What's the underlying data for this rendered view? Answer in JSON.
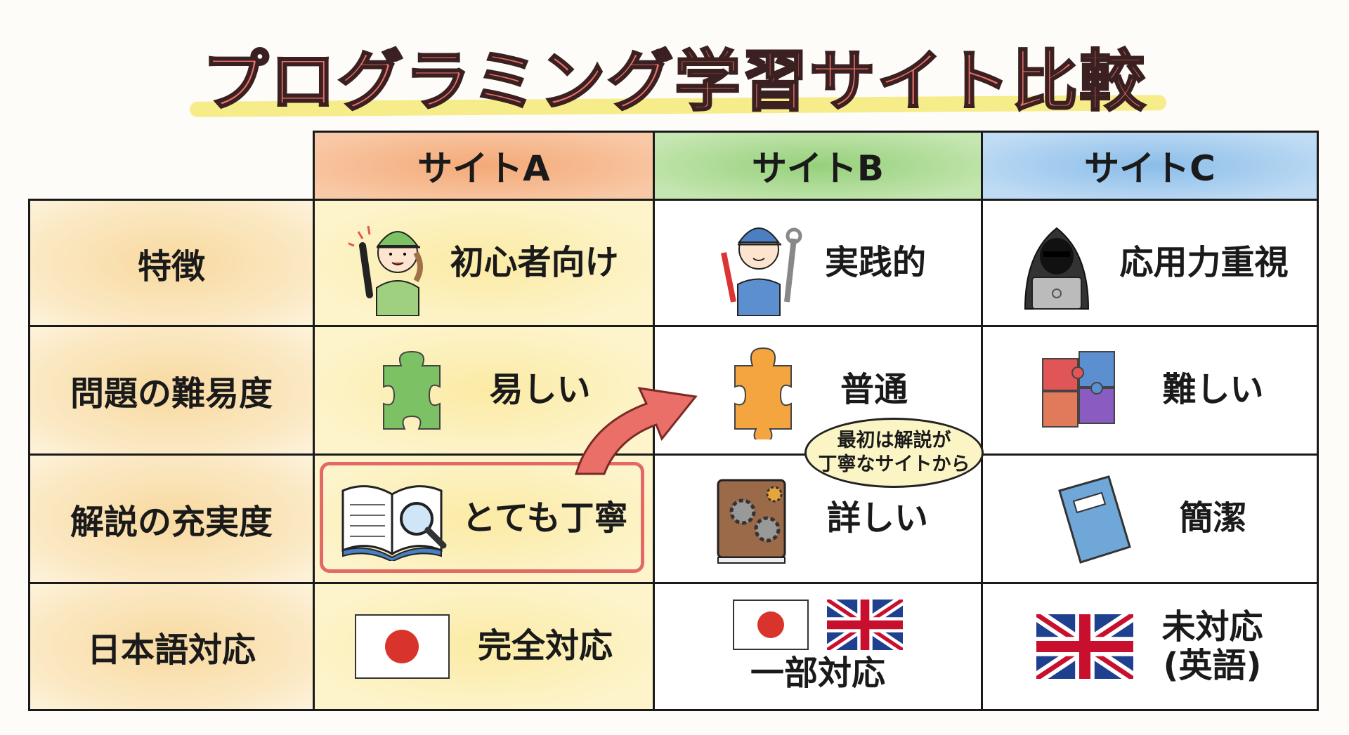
{
  "title": "プログラミング学習サイト比較",
  "columns": [
    "サイトA",
    "サイトB",
    "サイトC"
  ],
  "column_colors": [
    "#f4b183",
    "#a9d88f",
    "#9ec8ee"
  ],
  "rows": [
    {
      "label": "特徴",
      "cells": [
        {
          "text": "初心者向け",
          "icon": "beginner-staff-icon"
        },
        {
          "text": "実践的",
          "icon": "mechanic-tools-icon"
        },
        {
          "text": "応用力重視",
          "icon": "hacker-laptop-icon"
        }
      ]
    },
    {
      "label": "問題の難易度",
      "cells": [
        {
          "text": "易しい",
          "icon": "green-puzzle-icon"
        },
        {
          "text": "普通",
          "icon": "orange-puzzle-icon"
        },
        {
          "text": "難しい",
          "icon": "multi-puzzle-icon"
        }
      ]
    },
    {
      "label": "解説の充実度",
      "cells": [
        {
          "text": "とても丁寧",
          "icon": "open-book-magnifier-icon"
        },
        {
          "text": "詳しい",
          "icon": "gear-book-icon"
        },
        {
          "text": "簡潔",
          "icon": "thin-notebook-icon"
        }
      ]
    },
    {
      "label": "日本語対応",
      "cells": [
        {
          "text": "完全対応",
          "icon": "japan-flag-icon"
        },
        {
          "text": "一部対応",
          "icon": "japan-uk-flags-icon"
        },
        {
          "text": "未対応\n(英語)",
          "text_line1": "未対応",
          "text_line2": "(英語)",
          "icon": "uk-flag-icon"
        }
      ]
    }
  ],
  "bubble": {
    "line1": "最初は解説が",
    "line2": "丁寧なサイトから"
  },
  "accent": "#ea6f69"
}
